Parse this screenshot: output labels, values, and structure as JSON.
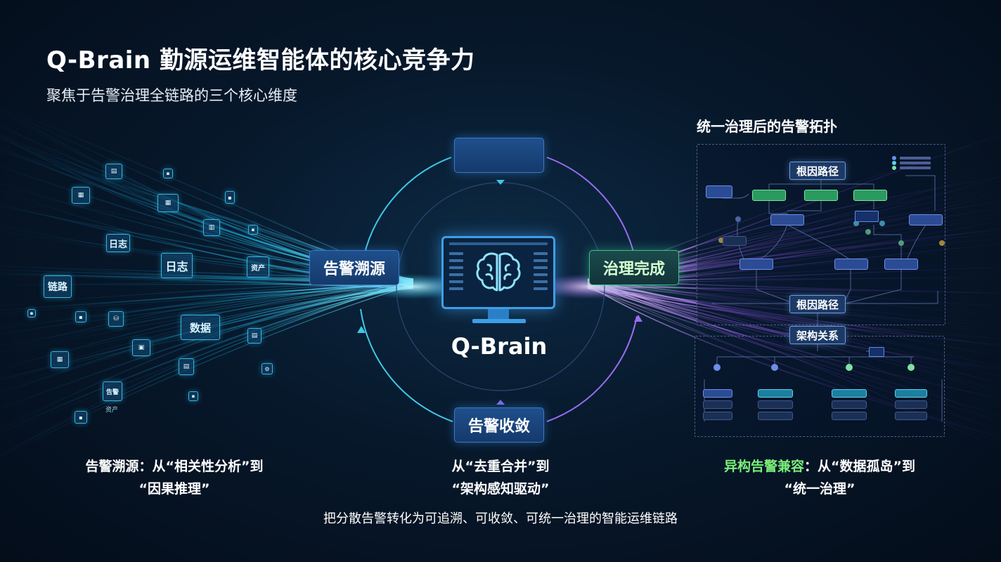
{
  "header": {
    "title": "Q-Brain 勤源运维智能体的核心竞争力",
    "subtitle": "聚焦于告警治理全链路的三个核心维度"
  },
  "center": {
    "brand": "Q-Brain",
    "left_pill": "告警溯源",
    "right_pill": "治理完成",
    "bottom_pill": "告警收敛"
  },
  "captions": {
    "left": {
      "line1": "告警溯源：从“相关性分析”到",
      "line2": "“因果推理”"
    },
    "middle": {
      "line1": "从“去重合并”到",
      "line2": "“架构感知驱动”"
    },
    "right": {
      "highlight": "异构告警兼容",
      "line1_rest": "：从“数据孤岛”到",
      "line2": "“统一治理”"
    }
  },
  "footer": "把分散告警转化为可追溯、可收敛、可统一治理的智能运维链路",
  "topology": {
    "title": "统一治理后的告警拓扑",
    "root_top": "根因路径",
    "root_bottom": "根因路径",
    "arch": "架构关系"
  },
  "tiles": {
    "link": "链路",
    "log_big": "日志",
    "log_small": "日志",
    "asset_a": "资产",
    "data": "数据",
    "alarm": "告警",
    "asset_b": "资产"
  },
  "colors": {
    "accent_cyan": "#35b6e0",
    "accent_blue": "#3d9ee8",
    "accent_green": "#3fbf86",
    "accent_purple": "#8a5cf0",
    "highlight_green": "#7cf07a"
  }
}
